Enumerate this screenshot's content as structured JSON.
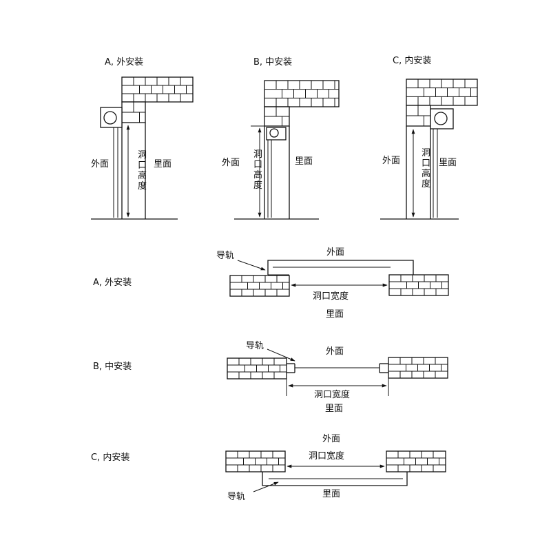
{
  "section_vertical": {
    "panels": [
      {
        "heading": "A, 外安装",
        "outside": "外面",
        "inside": "里面",
        "dimension": "洞口高度"
      },
      {
        "heading": "B, 中安装",
        "outside": "外面",
        "inside": "里面",
        "dimension": "洞口高度"
      },
      {
        "heading": "C, 内安装",
        "outside": "外面",
        "inside": "里面",
        "dimension": "洞口高度"
      }
    ]
  },
  "section_plan": {
    "rows": [
      {
        "heading": "A, 外安装",
        "rail": "导轨",
        "outside": "外面",
        "inside": "里面",
        "dimension": "洞口宽度"
      },
      {
        "heading": "B, 中安装",
        "rail": "导轨",
        "outside": "外面",
        "inside": "里面",
        "dimension": "洞口宽度"
      },
      {
        "heading": "C, 内安装",
        "rail": "导轨",
        "outside": "外面",
        "inside": "里面",
        "dimension": "洞口宽度"
      }
    ]
  }
}
